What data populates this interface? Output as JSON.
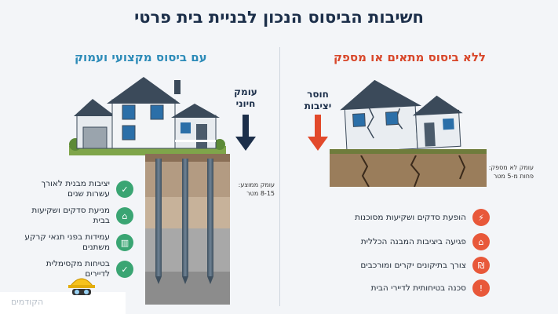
{
  "title": "חשיבות הביסוס הנכון לבניית בית פרטי",
  "left": {
    "heading": "עם ביסוס מקצועי ועמוק",
    "arrow_label": "עומק חיוני",
    "depth_note": "עומק ממוצע: 8-15 מטר",
    "benefits": [
      {
        "icon": "shield-check-icon",
        "text": "יציבות מבנית לאורך עשרות שנים"
      },
      {
        "icon": "house-icon",
        "text": "מניעת סדקים ושקיעות בבית"
      },
      {
        "icon": "foundation-icon",
        "text": "עמידות בפני תנאי קרקע משתנים"
      },
      {
        "icon": "shield-check-icon",
        "text": "בטיחות מקסימלית לדיירים"
      }
    ],
    "accent": "#2c8bb8",
    "icon_color": "#3aa573"
  },
  "right": {
    "heading": "ללא ביסוס מתאים או מספק",
    "arrow_label": "חוסר יציבות",
    "depth_note": "עומק לא מספק: פחות מ-5 מטר",
    "problems": [
      {
        "icon": "cracked-wall-icon",
        "text": "הופעת סדקים ושקיעות מסוכנות"
      },
      {
        "icon": "damaged-house-icon",
        "text": "פגיעה ביציבות המבנה הכללית"
      },
      {
        "icon": "money-icon",
        "text": "צורך בתיקונים יקרים ומורכבים"
      },
      {
        "icon": "warning-icon",
        "text": "סכנה בטיחותית לדיירי הבית"
      }
    ],
    "accent": "#d8472a",
    "icon_color": "#e8583a"
  },
  "watermark": "הקודמים"
}
